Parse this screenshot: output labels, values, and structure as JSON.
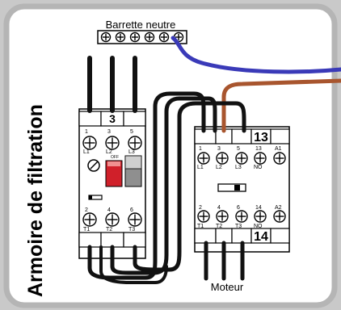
{
  "cabinet": {
    "title": "Armoire de filtration",
    "neutral_bar_label": "Barrette neutre",
    "motor_label": "Moteur"
  },
  "breaker": {
    "number": "3",
    "top_terminals": [
      {
        "num": "1",
        "name": "L1"
      },
      {
        "num": "3",
        "name": "L2"
      },
      {
        "num": "5",
        "name": "L3"
      }
    ],
    "bottom_terminals": [
      {
        "num": "2",
        "name": "T1"
      },
      {
        "num": "4",
        "name": "T2"
      },
      {
        "num": "6",
        "name": "T3"
      }
    ],
    "off_label": "OFF"
  },
  "contactor": {
    "top_number": "13",
    "bottom_number": "14",
    "top_terminals": [
      {
        "num": "1",
        "name": "L1"
      },
      {
        "num": "3",
        "name": "L2"
      },
      {
        "num": "5",
        "name": "L3"
      },
      {
        "num": "13",
        "name": "NO"
      },
      {
        "num": "A1",
        "name": ""
      }
    ],
    "bottom_terminals": [
      {
        "num": "2",
        "name": "T1"
      },
      {
        "num": "4",
        "name": "T2"
      },
      {
        "num": "6",
        "name": "T3"
      },
      {
        "num": "14",
        "name": "NO"
      },
      {
        "num": "A2",
        "name": ""
      }
    ]
  },
  "colors": {
    "background": "#c9c9c9",
    "panel": "#ffffff",
    "neutral_wire": "#3a3ab8",
    "phase_wire": "#a8552e",
    "black_wire": "#111111",
    "breaker_red": "#d0202a"
  }
}
